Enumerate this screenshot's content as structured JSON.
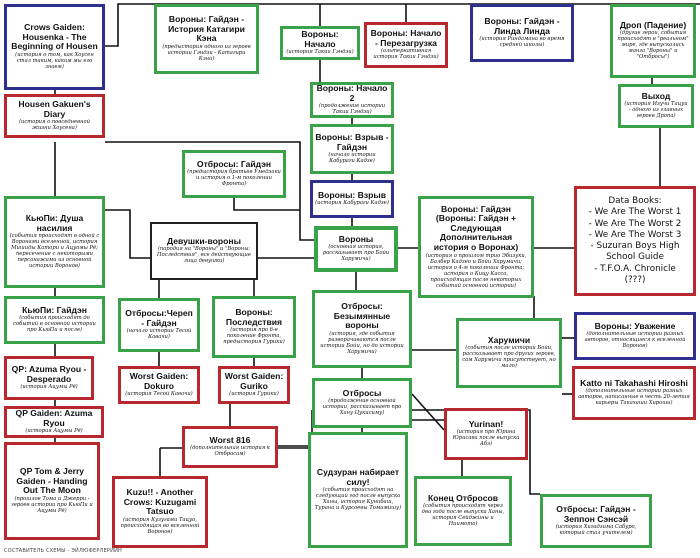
{
  "nodes": {
    "housenka": {
      "title": "Crows Gaiden: Housenka - The Beginning of Housen",
      "sub": "(история о том, как Хоусен стал таким, каким мы его знаем)"
    },
    "housen_diary": {
      "title": "Housen Gakuen's Diary",
      "sub": "(история о повседневной жизни Хоусена)"
    },
    "ken": {
      "title": "Вороны: Гайдэн - История Катагири Кэна",
      "sub": "(предыстория одного из героев истории Гэндзи - Катагири Кэна)"
    },
    "nachalo": {
      "title": "Вороны: Начало",
      "sub": "(история Такии Гэндзи)"
    },
    "reboot": {
      "title": "Вороны: Начало - Перезагрузка",
      "sub": "(альтернативная история Такии Гэндзи)"
    },
    "linda": {
      "title": "Вороны: Гайдэн - Линда Линда",
      "sub": "(история Риндамана во время средней школы)"
    },
    "drop": {
      "title": "Дроп (Падение)",
      "sub": "(другие герои, события происходят в \"реальном\" мире, где выпускались манга \"Вороны\" и \"Отбросы\")"
    },
    "vykhod": {
      "title": "Выход",
      "sub": "(история Изучи Тацуи - одного из главных героев Дропа)"
    },
    "nachalo2": {
      "title": "Вороны: Начало 2",
      "sub": "(продолжение истории Такии Гэндзи)"
    },
    "vzryv_g": {
      "title": "Вороны: Взрыв - Гайдэн",
      "sub": "(начало истории Кабураги Кадзе)"
    },
    "vzryv": {
      "title": "Вороны: Взрыв",
      "sub": "(история Кабураги Кадзе)"
    },
    "otbrosy_gaiden": {
      "title": "Отбросы: Гайдэн",
      "sub": "(предыстория братьев Умедзаки и история о 1-м поколении Фронта)"
    },
    "databooks": {
      "title": "Data Books:",
      "items": [
        "- We Are The Worst 1",
        "- We Are The Worst 2",
        "- We Are The Worst 3",
        "- Suzuran Boys High School Guide",
        "- T.F.O.A. Chronicle",
        "(???)"
      ]
    },
    "kyupi_dusha": {
      "title": "КьюПи: Душа насилия",
      "sub": "(события происходят в одной с Воронами вселенной, история Мишиды Катори и Ацуомы Рё; пересечение с некоторыми персонажами из основной истории Воронов)"
    },
    "devushki": {
      "title": "Девушки-вороны",
      "sub": "(пародия на \"Вороны\" и \"Вороны: Последствия\", все действующие лица девушки)"
    },
    "vorony": {
      "title": "Вороны",
      "sub": "(основная история, рассказывает про Бойи Харумичи)"
    },
    "sleduyushaya": {
      "title": "Вороны: Гайдэн (Вороны: Гайдэн + Следующая Дополнительная история о Воронах)",
      "sub": "(история о прошлом трио Эбизуки, Балбер Кадзео и Бойи Харумичи; история о 4-м поколении Фронта; история о Кицу Касса, происходящая после некоторых событий основной истории)"
    },
    "kyupi_gaiden": {
      "title": "КьюПи: Гайдэн",
      "sub": "(события происходят до событий в основной истории про КьюПи и после)"
    },
    "cherep": {
      "title": "Отбросы:Череп - Гайдэн",
      "sub": "(начало истории Тесой Кавачи)"
    },
    "posledstviya": {
      "title": "Вороны: Последствия",
      "sub": "(история про 6-е поколение Фронта, предыстория Гурики)"
    },
    "bezymyannye": {
      "title": "Отбросы: Безымянные вороны",
      "sub": "(история, где события разворачиваются после истории Бойи, но до истории Харумичи)"
    },
    "uvazhenie": {
      "title": "Вороны: Уважение",
      "sub": "(дополнительные истории разных авторов, относящиеся к вселенной Воронов)"
    },
    "harumichi": {
      "title": "Харумичи",
      "sub": "(события после истории Бойи, рассказывает про других героев, сам Харумичи присутствует, но мало)"
    },
    "desperado": {
      "title": "QP: Azuma Ryou - Desperado",
      "sub": "(история Ацумы Рё)"
    },
    "dokuro": {
      "title": "Worst Gaiden: Dokuro",
      "sub": "(история Тесой Кавачи)"
    },
    "guriko": {
      "title": "Worst Gaiden: Guriko",
      "sub": "(история Гурики)"
    },
    "katto": {
      "title": "Katto ni Takahashi Hiroshi",
      "sub": "(дополнительные истории разных авторов, написанные в честь 20-летия карьеры Такахаши Хироши)"
    },
    "azuma_ryou": {
      "title": "QP Gaiden: Azuma Ryou",
      "sub": "(история Ацумы Рё)"
    },
    "otbrosy": {
      "title": "Отбросы",
      "sub": "(продолжение основной истории, рассказывает про Хану Цукисиму)"
    },
    "yurinan": {
      "title": "Yurinan!",
      "sub": "(история про Юрина Юрисава после выпуска Абэ)"
    },
    "worst816": {
      "title": "Worst 816",
      "sub": "(дополнительная история к Отбросам)"
    },
    "tom_jerry": {
      "title": "QP Tom & Jerry Gaiden - Handing Out The Moon",
      "sub": "(прошлое Тома и Джерри - героев истории про КьюПи и Ацумы Рё)"
    },
    "kuzu": {
      "title": "Kuzu!! - Another Crows: Kuzugami Tatsuo",
      "sub": "(история Кузугами Тацуо, происходящая во вселенной Воронов)"
    },
    "sudzuran": {
      "title": "Судзуран набирает силу!",
      "sub": "(события происходят на следующий год после выпуска Ханы, история Кунибаш, Турана и Курсоевы Томимишу)"
    },
    "konec": {
      "title": "Конец Отбросов",
      "sub": "(события происходят через два года после выпуска Ханы, история Сейджины и Ниимото)"
    },
    "zeppon": {
      "title": "Отбросы: Гайдэн - Зеппон Сэнсэй",
      "sub": "(история Хигадзима Сабуро, который стал учителем)"
    }
  },
  "credit": "СОСТАВИТЕЛЬ СХЕМЫ - ЭЙЛЮФЕРЛЕРИЙН"
}
